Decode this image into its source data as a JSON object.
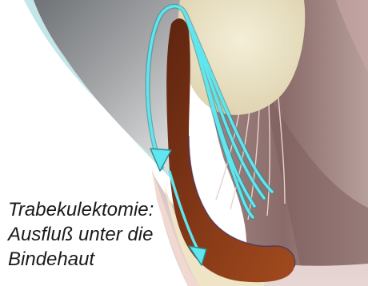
{
  "caption": {
    "line1": "Trabekulektomie:",
    "line2": "Ausfluß unter die",
    "line3": "Bindehaut"
  },
  "colors": {
    "background": "#ffffff",
    "sclera_gray": "#8a8d90",
    "sclera_light": "#c9cbcd",
    "outer_rim": "#bfe3e6",
    "lens": "#ece3c6",
    "iris_ciliary": "#8c6e6c",
    "ciliary_dark": "#7a5a58",
    "drainage_flap": "#7a3414",
    "flow_arrows": "#5ee6ee",
    "conjunctiva": "#f2d9d2",
    "tissue_cream": "#eee3c4"
  },
  "icons": {
    "flow_arrowhead_left": "arrowhead-down-icon",
    "flow_arrowhead_bottom": "arrowhead-down-icon"
  }
}
